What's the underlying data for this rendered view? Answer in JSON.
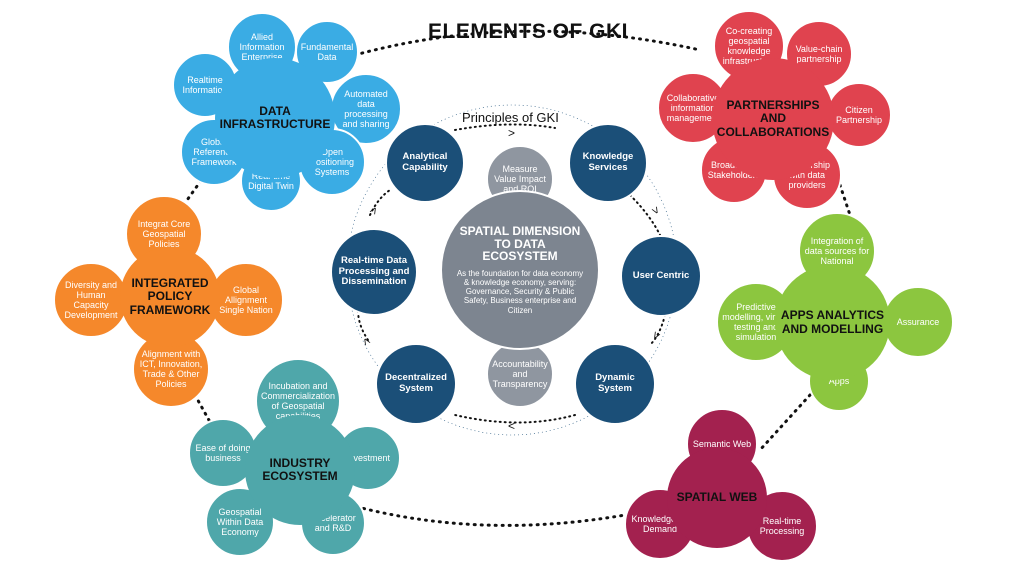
{
  "title": "ELEMENTS OF GKI",
  "principles_title": "Principles of GKI",
  "colors": {
    "blue": "#3aace4",
    "red": "#e0434f",
    "orange": "#f5882b",
    "green": "#8cc63f",
    "crimson": "#a3214f",
    "teal": "#4fa7aa",
    "navy": "#1b4f78",
    "gray": "#8f96a0"
  },
  "data_infrastructure": {
    "hub": "DATA INFRASTRUCTURE",
    "items": [
      "Allied Information Enterprise",
      "Fundamental Data",
      "Automated data processing and sharing",
      "Open Positioning Systems",
      "Real-time Digital Twin",
      "Global Reference Framework",
      "Realtime Information"
    ]
  },
  "partnerships": {
    "hub": "PARTNERSHIPS AND COLLABORATIONS",
    "items": [
      "Co-creating geospatial knowledge infrastructure",
      "Value-chain partnership",
      "Citizen Partnership",
      "Partnership with data providers",
      "Broadening Stakeholders",
      "Collaborative information management"
    ]
  },
  "policy": {
    "hub": "INTEGRATED POLICY FRAMEWORK",
    "items": [
      "Integrat Core Geospatial Policies",
      "Global Allignment Single Nation",
      "Alignment with ICT, Innovation, Trade & Other Policies",
      "Diversity and Human Capacity Development"
    ]
  },
  "apps": {
    "hub": "APPS ANALYTICS AND MODELLING",
    "items": [
      "Integration of data sources for National",
      "Assurance",
      "Apps",
      "Predictive modelling, virtual testing and simulation"
    ]
  },
  "industry": {
    "hub": "INDUSTRY ECOSYSTEM",
    "items": [
      "Incubation and Commercialization of Geospatial capabilities",
      "Investment",
      "Accelerator and R&D",
      "Geospatial Within Data Economy",
      "Ease of doing business"
    ]
  },
  "spatial_web": {
    "hub": "SPATIAL WEB",
    "items": [
      "Semantic Web",
      "Real-time Processing",
      "Knowledge on Demand"
    ]
  },
  "center": {
    "title": "SPATIAL DIMENSION TO DATA ECOSYSTEM",
    "description": "As the foundation for data economy & knowledge economy, serving: Governance, Security & Public Safety, Business enterprise and Citizen",
    "top": "Measure Value Impact and ROI",
    "bottom": "Accountability and Transparency"
  },
  "principles": [
    "Analytical Capability",
    "Knowledge Services",
    "User Centric",
    "Dynamic System",
    "Decentralized System",
    "Real-time Data Processing and Dissemination"
  ]
}
